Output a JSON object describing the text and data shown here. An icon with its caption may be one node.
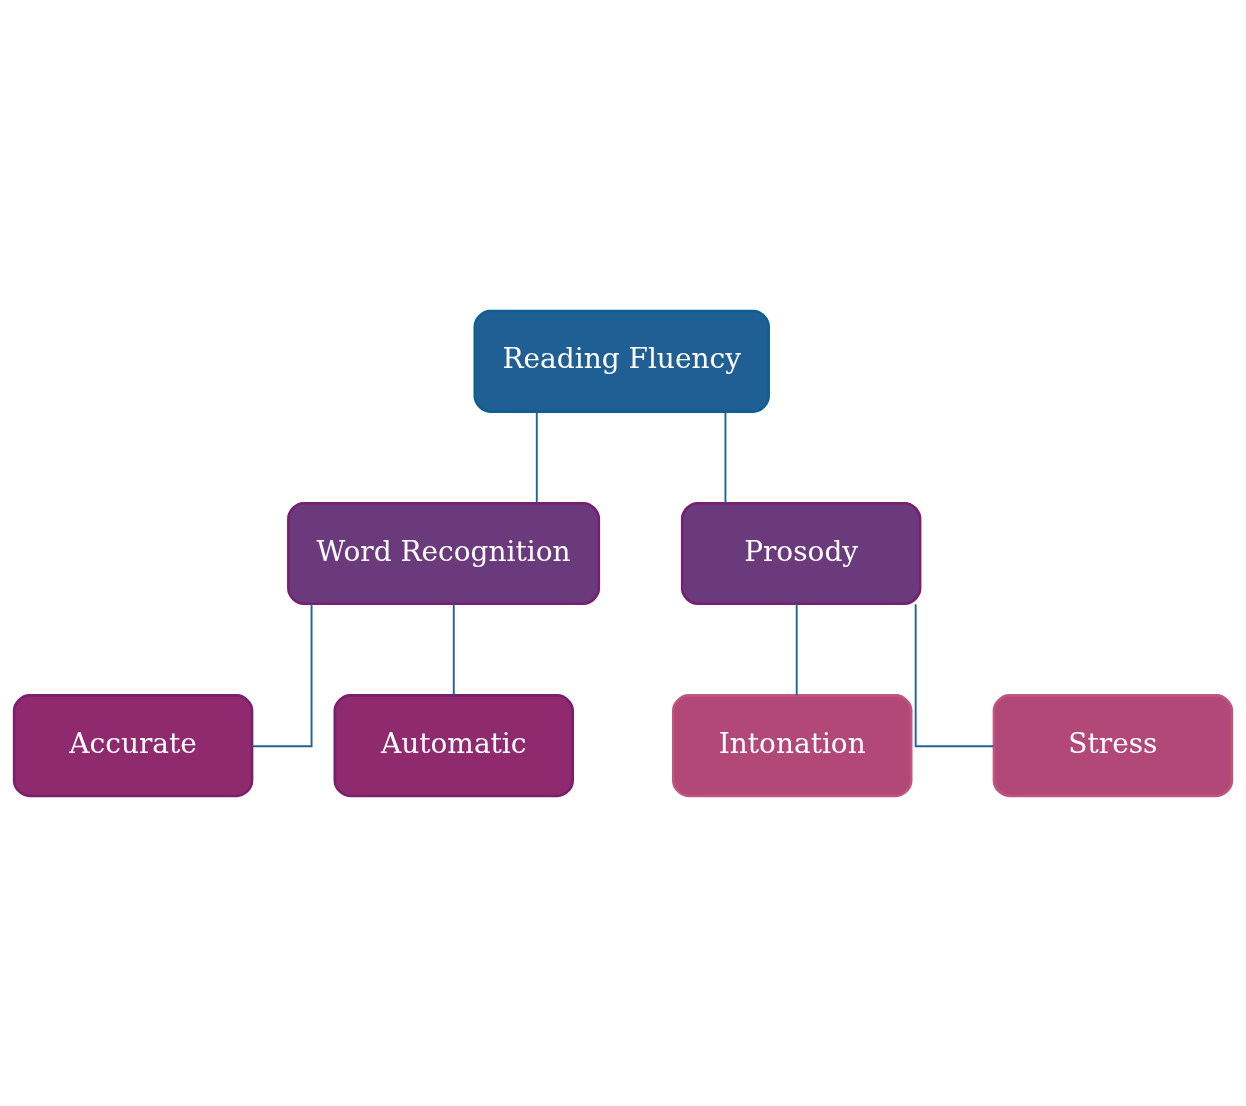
{
  "diagram": {
    "nodes": [
      {
        "text": [
          "Reading Fluency"
        ]
      },
      {
        "text": [
          "Word Recognition"
        ]
      },
      {
        "text": [
          "Prosody"
        ]
      },
      {
        "text": [
          "Accurate"
        ]
      },
      {
        "text": [
          "Automatic"
        ]
      },
      {
        "text": [
          "Intonation"
        ]
      },
      {
        "text": [
          "Stress"
        ]
      }
    ],
    "edges": [
      {
        "from": 0,
        "to": 1,
        "arrow": "none"
      },
      {
        "from": 0,
        "to": 2,
        "arrow": "none"
      },
      {
        "from": 1,
        "to": 3,
        "arrow": "none"
      },
      {
        "from": 1,
        "to": 4,
        "arrow": "none"
      },
      {
        "from": 2,
        "to": 5,
        "arrow": "none"
      },
      {
        "from": 2,
        "to": 6,
        "arrow": "none"
      }
    ]
  }
}
